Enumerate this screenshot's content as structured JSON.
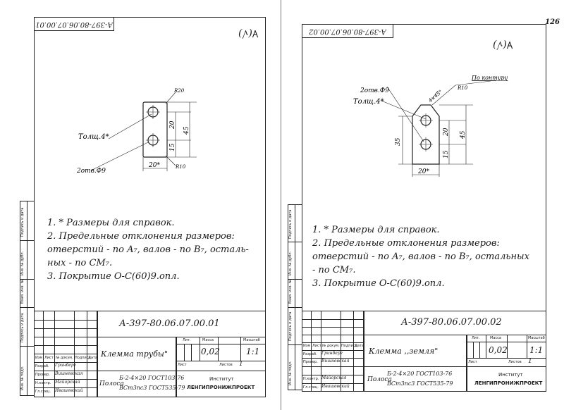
{
  "page": {
    "number": "126"
  },
  "left_sheet": {
    "doc_code_top": "А-397-80.06.07.00.01",
    "roughness": "∀(√)",
    "callouts": {
      "thickness": "Толщ.4*",
      "holes": "2отв.Ф9",
      "radius_top": "R20",
      "radius_bottom": "R10",
      "dim_20_vert": "20",
      "dim_15_vert": "15",
      "dim_45": "45",
      "dim_20_horiz": "20*"
    },
    "notes": [
      "1. * Размеры для справок.",
      "2. Предельные отклонения размеров:",
      "отверстий - по A₇, валов - по B₇, осталь-",
      "ных - по CM₇.",
      "3. Покрытие О-С(60)9.опл."
    ],
    "title_block": {
      "designation": "А-397-80.06.07.00.01",
      "name": "Клемма  трубы\"",
      "col_lit": "Лит.",
      "col_mass": "Масса",
      "col_scale": "Масштаб",
      "mass": "0,02",
      "scale": "1:1",
      "sheet_label": "Лист",
      "sheets_label": "Листов",
      "sheets_count": "1",
      "material_label": "Полоса",
      "material_line1": "Б-2-4×20 ГОСТ103-76",
      "material_line2": "ВСт3пс3 ГОСТ535-79",
      "org_line1": "Институт",
      "org_line2": "ЛЕНГИПРОНИЖПРОЕКТ",
      "sig_headers": [
        "Изм",
        "Лист",
        "№ докум.",
        "Подпись",
        "Дата"
      ],
      "roles": [
        "Разраб.",
        "Провер.",
        "",
        "Н.контр.",
        "Гл.спец."
      ],
      "names": [
        "Гринберг",
        "Вишневская",
        "",
        "Майорская",
        "Ивашевский"
      ]
    },
    "side_labels": [
      "Подпись и дата",
      "Инв. № дубл.",
      "Взам. инв. №",
      "Подпись и дата",
      "Инв. № подл."
    ]
  },
  "right_sheet": {
    "doc_code_top": "А-397-80.06.07.00.02",
    "roughness": "∀(√)",
    "callouts": {
      "contour": "По контуру",
      "holes": "2отв.Ф9",
      "chamfer": "4×45°",
      "radius": "R10",
      "thickness": "Толщ.4*",
      "dim_35": "35",
      "dim_20_vert": "20",
      "dim_15_vert": "15",
      "dim_45": "45",
      "dim_20_horiz": "20*"
    },
    "notes": [
      "1. * Размеры  для  справок.",
      "2. Предельные  отклонения  размеров:",
      "отверстий - по A₇,  валов - по B₇,  остальных",
      "- по CM₇.",
      "3. Покрытие  О-С(60)9.опл."
    ],
    "title_block": {
      "designation": "А-397-80.06.07.00.02",
      "name": "Клемма ,,земля\"",
      "col_lit": "Лит.",
      "col_mass": "Масса",
      "col_scale": "Масштаб",
      "mass": "0,02",
      "scale": "1:1",
      "sheet_label": "Лист",
      "sheets_label": "Листов",
      "sheets_count": "1",
      "material_label": "Полоса",
      "material_line1": "Б-2-4×20 ГОСТ103-76",
      "material_line2": "ВСт3пс3 ГОСТ535-79",
      "org_line1": "Институт",
      "org_line2": "ЛЕНГИПРОНИЖПРОЕКТ",
      "sig_headers": [
        "Изм",
        "Лист",
        "№ докум.",
        "Подпись",
        "Дата"
      ],
      "roles": [
        "Разраб.",
        "Провер.",
        "",
        "Н.контр.",
        "Гл.спец."
      ],
      "names": [
        "Гринберг",
        "Вишневская",
        "",
        "Майорская",
        "Ивашевский"
      ]
    },
    "side_labels": [
      "Подпись и дата",
      "Инв. № дубл.",
      "Взам. инв. №",
      "Подпись и дата",
      "Инв. № подл."
    ]
  }
}
